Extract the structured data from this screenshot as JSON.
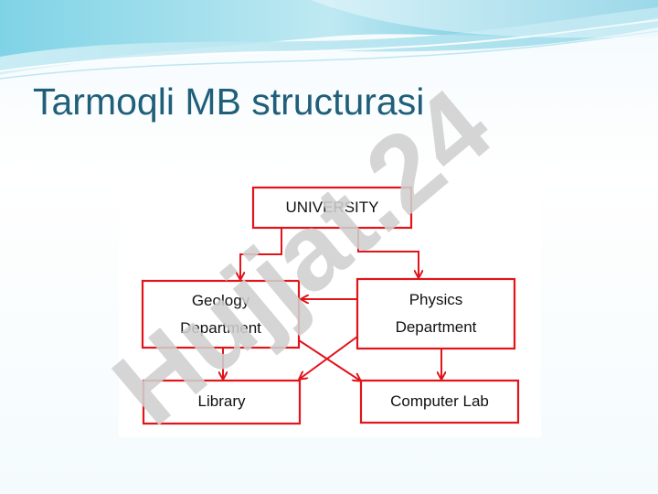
{
  "slide": {
    "title": "Tarmoqli MB structurasi"
  },
  "diagram": {
    "nodes": {
      "university": "UNIVERSITY",
      "geology": [
        "Geology",
        "Department"
      ],
      "physics": [
        "Physics",
        "Department"
      ],
      "library": "Library",
      "computer_lab": "Computer Lab"
    },
    "edge_color": "#e0141a"
  },
  "watermark": {
    "text": "Hujjat.24",
    "color": "#cfcfcf"
  },
  "theme": {
    "title_color": "#1f5f7a",
    "wave_colors": [
      "#5ec6de",
      "#9edcea",
      "#2f9fc4"
    ]
  }
}
